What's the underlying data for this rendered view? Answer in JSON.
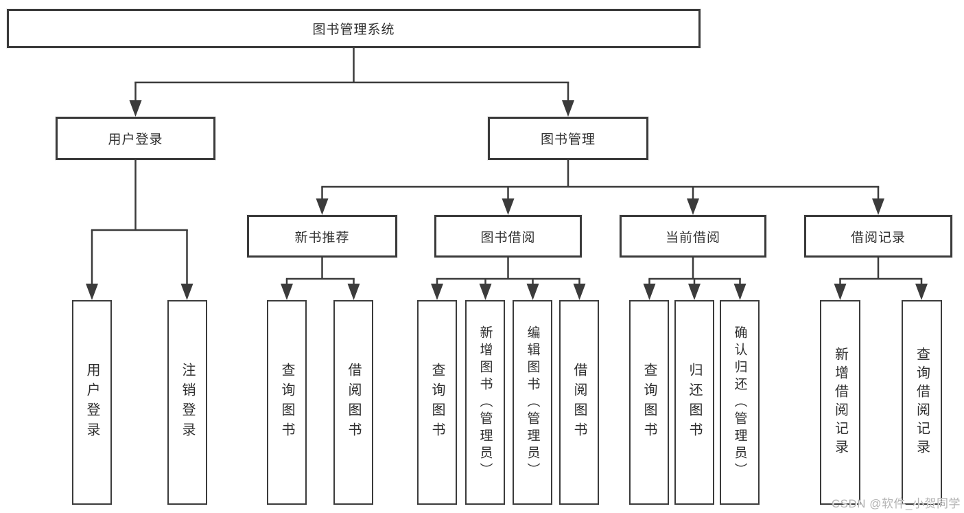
{
  "tree": {
    "label": "图书管理系统",
    "children": [
      {
        "label": "用户登录",
        "children": [
          {
            "label": "用户登录"
          },
          {
            "label": "注销登录"
          }
        ]
      },
      {
        "label": "图书管理",
        "children": [
          {
            "label": "新书推荐",
            "children": [
              {
                "label": "查询图书"
              },
              {
                "label": "借阅图书"
              }
            ]
          },
          {
            "label": "图书借阅",
            "children": [
              {
                "label": "查询图书"
              },
              {
                "label": "新增图书（管理员）"
              },
              {
                "label": "编辑图书（管理员）"
              },
              {
                "label": "借阅图书"
              }
            ]
          },
          {
            "label": "当前借阅",
            "children": [
              {
                "label": "查询图书"
              },
              {
                "label": "归还图书"
              },
              {
                "label": "确认归还（管理员）"
              }
            ]
          },
          {
            "label": "借阅记录",
            "children": [
              {
                "label": "新增借阅记录"
              },
              {
                "label": "查询借阅记录"
              }
            ]
          }
        ]
      }
    ]
  },
  "watermark": "CSDN @软件_小贺同学",
  "colors": {
    "line": "#3b3b3b",
    "text": "#2f2f2f",
    "watermark": "#b3b3b3",
    "background": "#ffffff"
  }
}
